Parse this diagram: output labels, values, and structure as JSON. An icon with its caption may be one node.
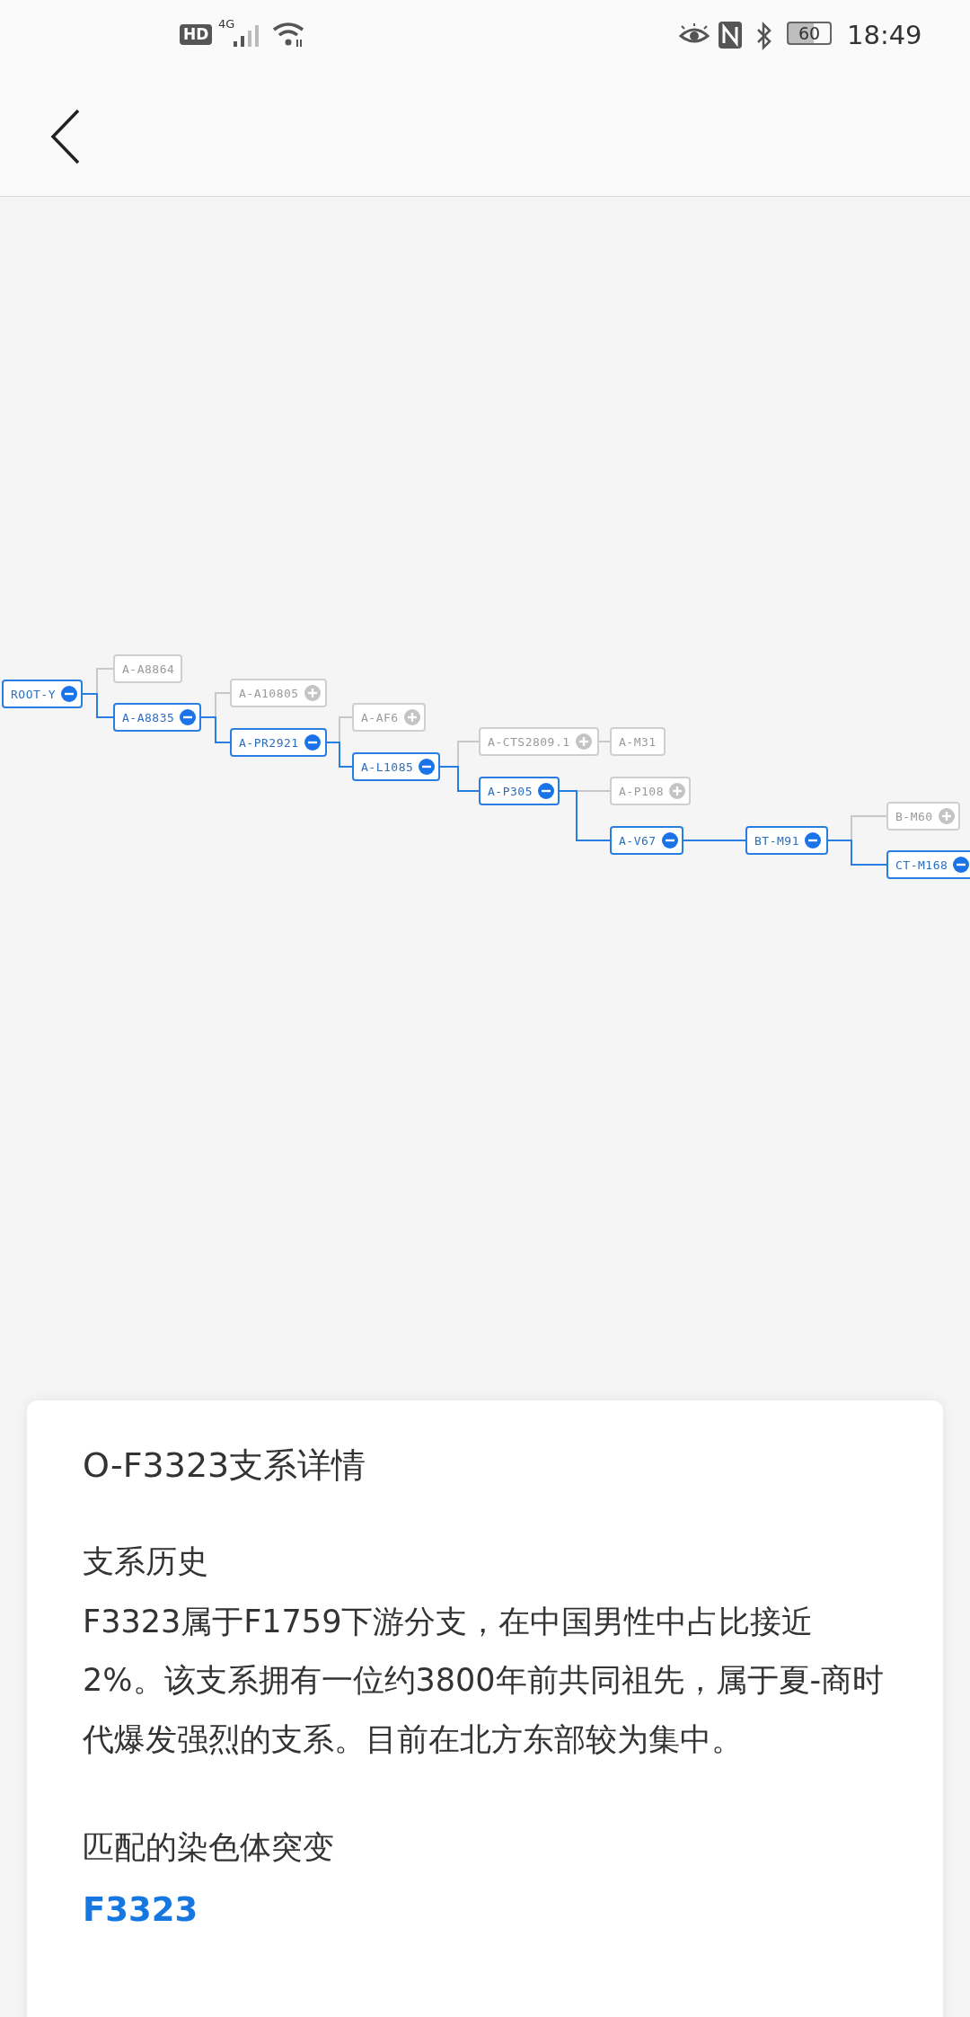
{
  "diagram": {
    "nodes": [
      {
        "text": [
          "ROOT-Y"
        ]
      },
      {
        "text": [
          "A-A8864"
        ]
      },
      {
        "text": [
          "A-A8835"
        ]
      },
      {
        "text": [
          "A-A10805"
        ]
      },
      {
        "text": [
          "A-PR2921"
        ]
      },
      {
        "text": [
          "A-AF6"
        ]
      },
      {
        "text": [
          "A-L1085"
        ]
      },
      {
        "text": [
          "A-CTS2809.1"
        ]
      },
      {
        "text": [
          "A-M31"
        ]
      },
      {
        "text": [
          "A-P305"
        ]
      },
      {
        "text": [
          "A-P108"
        ]
      },
      {
        "text": [
          "A-V67"
        ]
      },
      {
        "text": [
          "BT-M91"
        ]
      },
      {
        "text": [
          "B-M60"
        ]
      },
      {
        "text": [
          "CT-M168"
        ]
      }
    ],
    "edges": [
      {
        "from": 0,
        "to": 1,
        "arrow": "none"
      },
      {
        "from": 0,
        "to": 2,
        "arrow": "none",
        "color": "#2a7de1"
      },
      {
        "from": 2,
        "to": 3,
        "arrow": "none"
      },
      {
        "from": 2,
        "to": 4,
        "arrow": "none",
        "color": "#2a7de1"
      },
      {
        "from": 4,
        "to": 5,
        "arrow": "none"
      },
      {
        "from": 4,
        "to": 6,
        "arrow": "none",
        "color": "#2a7de1"
      },
      {
        "from": 6,
        "to": 7,
        "arrow": "none"
      },
      {
        "from": 6,
        "to": 9,
        "arrow": "none",
        "color": "#2a7de1"
      },
      {
        "from": 7,
        "to": 8,
        "arrow": "none"
      },
      {
        "from": 9,
        "to": 10,
        "arrow": "none"
      },
      {
        "from": 9,
        "to": 11,
        "arrow": "none",
        "color": "#2a7de1"
      },
      {
        "from": 11,
        "to": 12,
        "arrow": "none",
        "color": "#2a7de1"
      },
      {
        "from": 12,
        "to": 13,
        "arrow": "none"
      },
      {
        "from": 12,
        "to": 14,
        "arrow": "none",
        "color": "#2a7de1"
      }
    ],
    "labels": [
      "HD",
      "4G",
      "60",
      "18:49",
      "O-F3323支系详情",
      "支系历史",
      "F3323属于F1759下游分支，在中国男性中占比接近2%。该支系拥有一位约3800年前共同祖先，属于夏-商时代爆发强烈的支系。目前在北方东部较为集中。",
      "匹配的染色体突变",
      "F3323"
    ]
  }
}
